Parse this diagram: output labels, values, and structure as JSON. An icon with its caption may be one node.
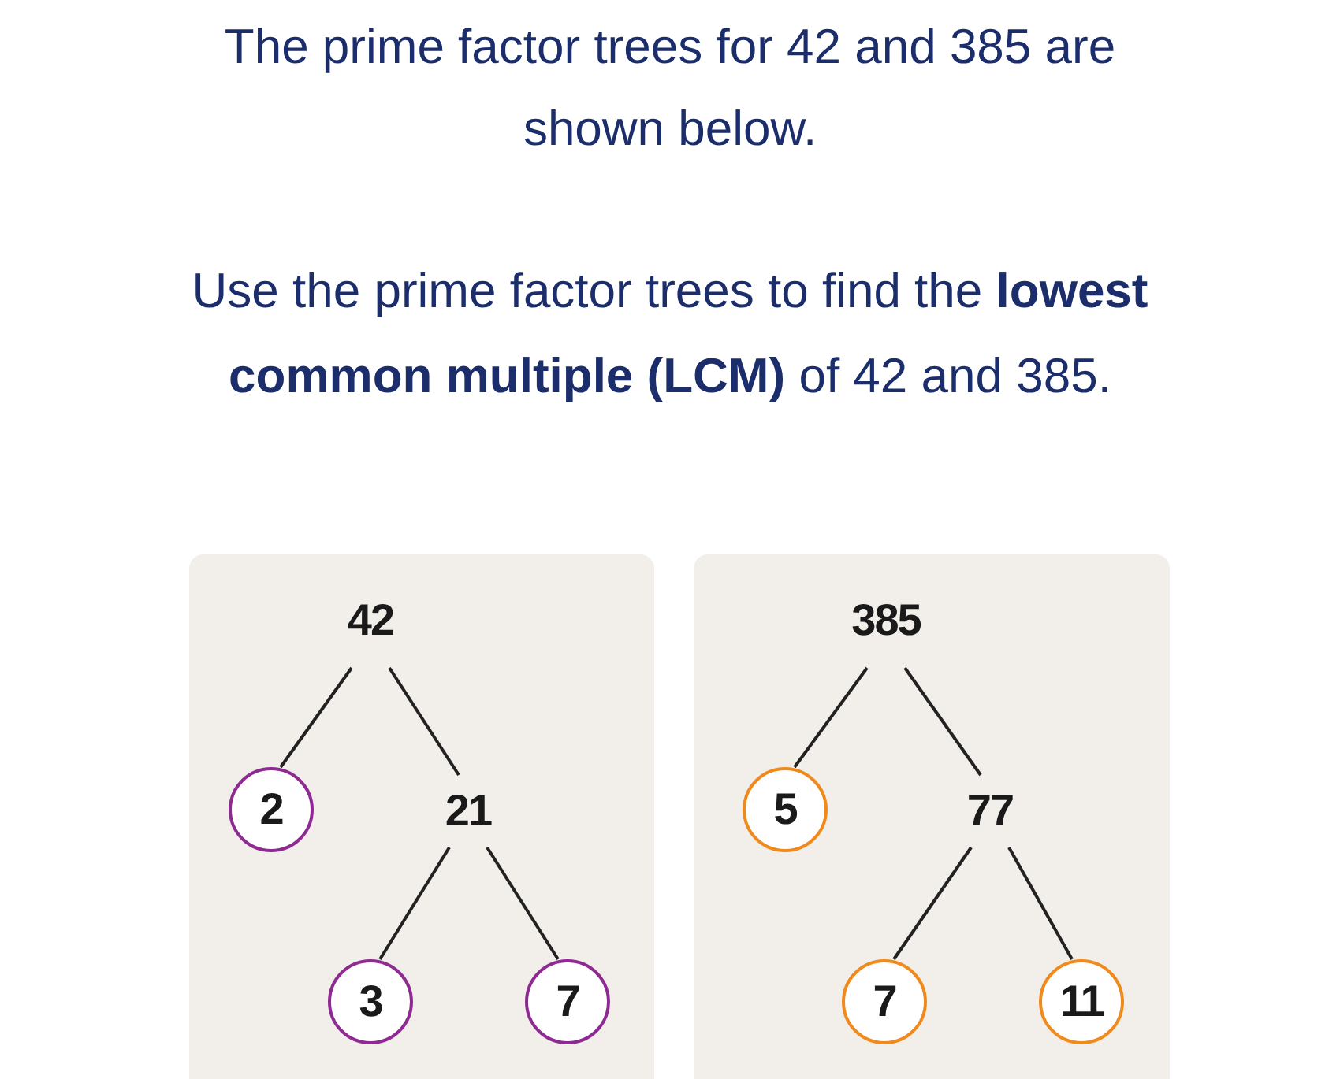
{
  "diagram": {
    "title": "The prime factor trees for 42 and 385 are shown below.",
    "nodes": [
      {
        "text": [],
        "shape": "box"
      },
      {
        "text": [
          "42"
        ],
        "in": 0
      },
      {
        "text": [
          "2"
        ],
        "in": 0
      },
      {
        "text": [
          "21"
        ],
        "in": 0
      },
      {
        "text": [
          "3"
        ],
        "in": 0
      },
      {
        "text": [
          "7"
        ],
        "in": 0
      },
      {
        "text": [],
        "shape": "box"
      },
      {
        "text": [
          "385"
        ],
        "in": 6
      },
      {
        "text": [
          "5"
        ],
        "in": 6
      },
      {
        "text": [
          "77"
        ],
        "in": 6
      },
      {
        "text": [
          "7"
        ],
        "in": 6
      },
      {
        "text": [
          "11"
        ],
        "in": 6
      }
    ],
    "edges": [
      {
        "from": 1,
        "to": 2,
        "arrow": "none"
      },
      {
        "from": 1,
        "to": 3,
        "arrow": "none"
      },
      {
        "from": 3,
        "to": 4,
        "arrow": "none"
      },
      {
        "from": 3,
        "to": 5,
        "arrow": "none"
      },
      {
        "from": 7,
        "to": 8,
        "arrow": "none"
      },
      {
        "from": 7,
        "to": 9,
        "arrow": "none"
      },
      {
        "from": 9,
        "to": 10,
        "arrow": "none"
      },
      {
        "from": 9,
        "to": 11,
        "arrow": "none"
      }
    ],
    "labels": [
      "Use the prime factor trees to find the **lowest common multiple (LCM)** of 42 and 385."
    ]
  }
}
